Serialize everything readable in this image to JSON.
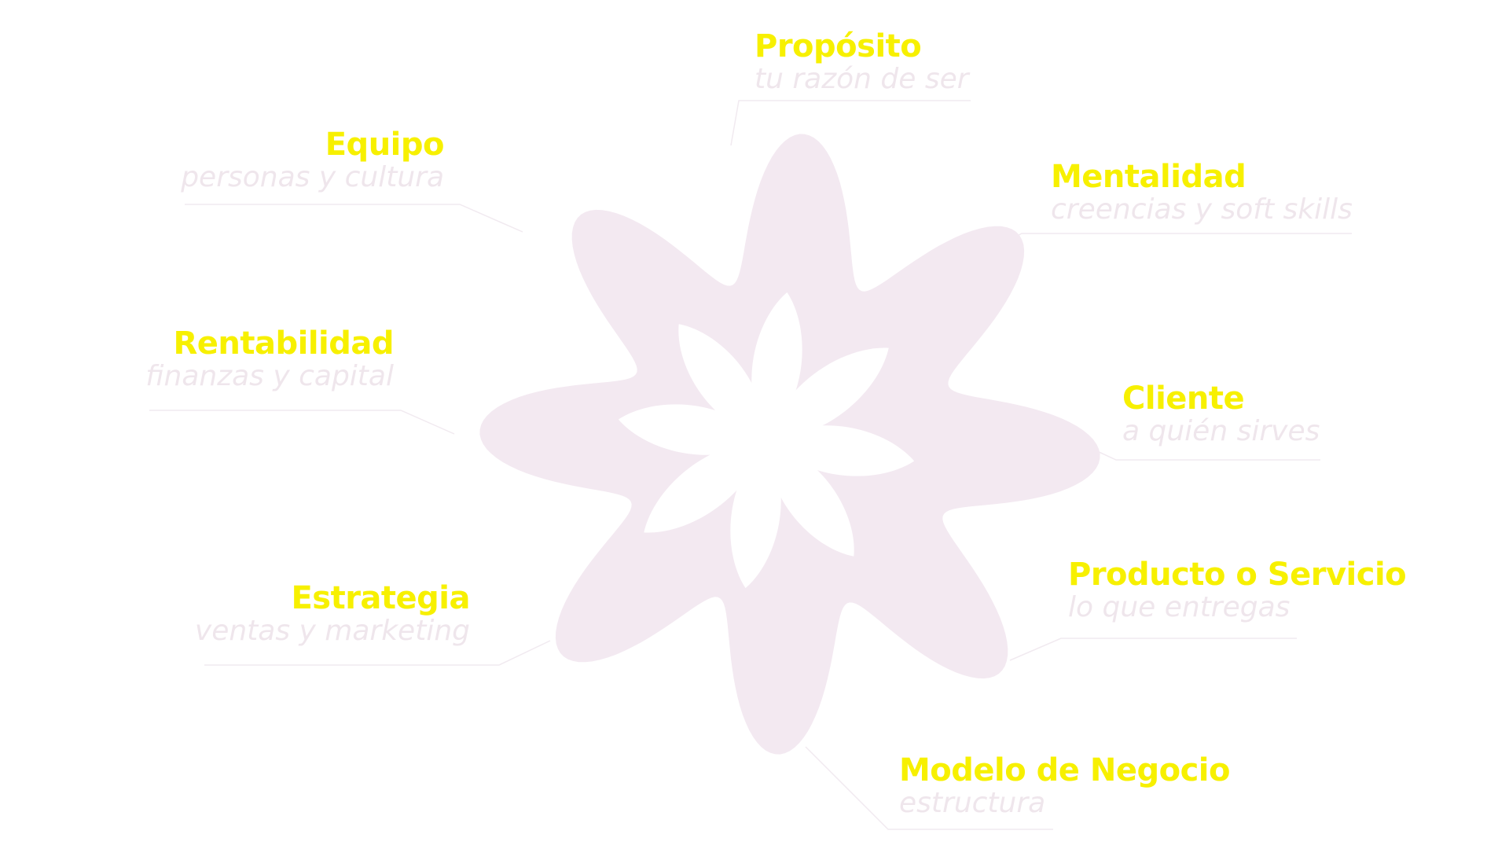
{
  "colors": {
    "blob": "#f3e9f1",
    "flower": "#ffffff",
    "title": "#f7f000",
    "subtitle": "#efe6ec",
    "connector": "#f1eaf0"
  },
  "center_icon": "eight-petal-flower-icon",
  "items": [
    {
      "id": "proposito",
      "title": "Propósito",
      "subtitle": "tu razón de ser"
    },
    {
      "id": "mentalidad",
      "title": "Mentalidad",
      "subtitle": "creencias y soft skills"
    },
    {
      "id": "cliente",
      "title": "Cliente",
      "subtitle": "a quién sirves"
    },
    {
      "id": "producto",
      "title": "Producto o Servicio",
      "subtitle": "lo que entregas"
    },
    {
      "id": "modelo",
      "title": "Modelo de Negocio",
      "subtitle": "estructura"
    },
    {
      "id": "estrategia",
      "title": "Estrategia",
      "subtitle": "ventas y marketing"
    },
    {
      "id": "rentabilidad",
      "title": "Rentabilidad",
      "subtitle": "finanzas y capital"
    },
    {
      "id": "equipo",
      "title": "Equipo",
      "subtitle": "personas y cultura"
    }
  ]
}
